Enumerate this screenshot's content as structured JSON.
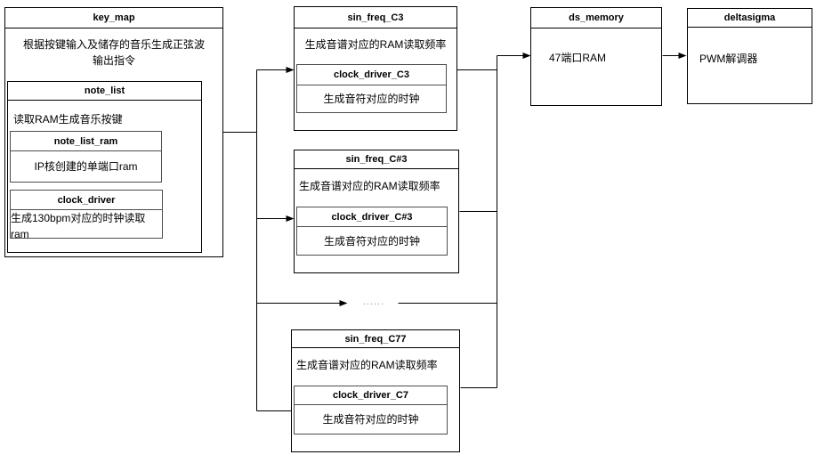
{
  "canvas": {
    "background": "#ffffff",
    "line_color": "#000000",
    "sub_border_color": "#4d4d4d"
  },
  "modules": {
    "key_map": {
      "title": "key_map",
      "desc": "根据按键输入及储存的音乐生成正弦波输出指令"
    },
    "note_list": {
      "title": "note_list",
      "desc": "读取RAM生成音乐按键"
    },
    "note_list_ram": {
      "title": "note_list_ram",
      "desc": "IP核创建的单端口ram"
    },
    "clock_driver": {
      "title": "clock_driver",
      "desc": "生成130bpm对应的时钟读取ram"
    },
    "sin_freq_c3": {
      "title": "sin_freq_C3",
      "desc": "生成音谱对应的RAM读取频率"
    },
    "clock_driver_c3": {
      "title": "clock_driver_C3",
      "desc": "生成音符对应的时钟"
    },
    "sin_freq_cs3": {
      "title": "sin_freq_C#3",
      "desc": "生成音谱对应的RAM读取频率"
    },
    "clock_driver_cs3": {
      "title": "clock_driver_C#3",
      "desc": "生成音符对应的时钟"
    },
    "sin_freq_c77": {
      "title": "sin_freq_C77",
      "desc": "生成音谱对应的RAM读取频率"
    },
    "clock_driver_c7": {
      "title": "clock_driver_C7",
      "desc": "生成音符对应的时钟"
    },
    "ds_memory": {
      "title": "ds_memory",
      "desc": "47端口RAM"
    },
    "deltasigma": {
      "title": "deltasigma",
      "desc": "PWM解调器"
    }
  },
  "ellipsis": "......"
}
